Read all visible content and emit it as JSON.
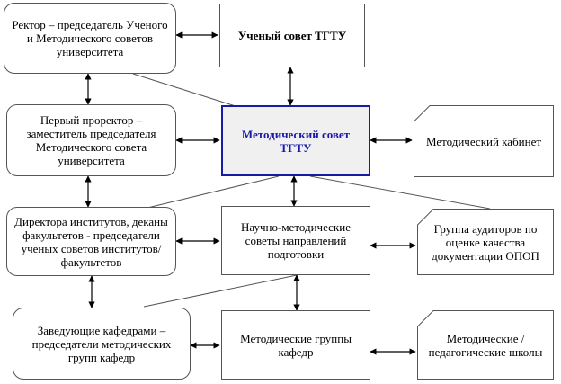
{
  "boxes": {
    "rector": "Ректор – председатель Ученого и Методического советов университета",
    "academic_council": "Ученый совет ТГТУ",
    "first_vice_rector": "Первый проректор – заместитель председателя Методического совета университета",
    "methodical_council": "Методический совет ТГТУ",
    "methodical_cabinet": "Методический кабинет",
    "directors": "Директора институтов, деканы факультетов - председатели ученых советов институтов/факультетов",
    "scientific_councils": "Научно-методические советы направлений подготовки",
    "auditors_group": "Группа аудиторов по оценке качества документации ОПОП",
    "department_heads": "Заведующие кафедрами – председатели методических групп кафедр",
    "department_groups": "Методические группы кафедр",
    "schools": "Методические / педагогические школы"
  },
  "colors": {
    "central_border": "#1a1aa8",
    "central_fill": "#f0f0f0",
    "line": "#555555"
  }
}
